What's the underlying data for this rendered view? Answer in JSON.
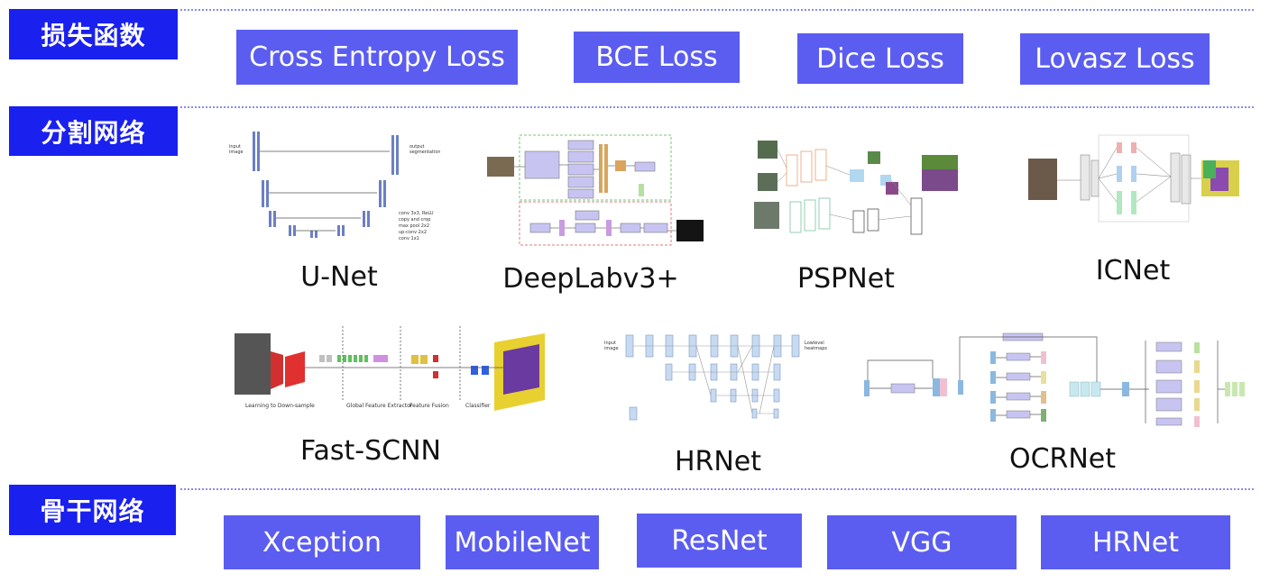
{
  "sections": {
    "loss": {
      "label": "损失函数"
    },
    "seg": {
      "label": "分割网络"
    },
    "backbone": {
      "label": "骨干网络"
    }
  },
  "losses": [
    "Cross Entropy Loss",
    "BCE Loss",
    "Dice Loss",
    "Lovasz Loss"
  ],
  "networks": [
    "U-Net",
    "DeepLabv3+",
    "PSPNet",
    "ICNet",
    "Fast-SCNN",
    "HRNet",
    "OCRNet"
  ],
  "backbones": [
    "Xception",
    "MobileNet",
    "ResNet",
    "VGG",
    "HRNet"
  ],
  "colors": {
    "label_bg": "#1a20ee",
    "pill_bg": "#5b5df0",
    "divider": "#8a8de8"
  }
}
